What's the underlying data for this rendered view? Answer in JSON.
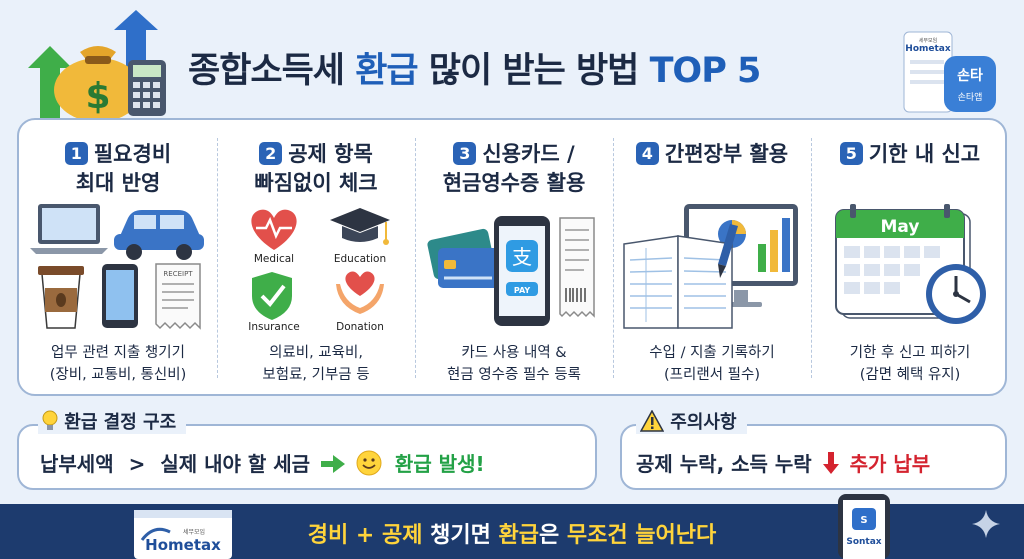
{
  "title": {
    "part1": "종합소득세",
    "part2": "환급",
    "part3": "많이 받는 방법",
    "part4": "TOP 5"
  },
  "apps": {
    "hometax_small": "세무모임",
    "hometax": "Hometax",
    "sontax_icon": "손타",
    "sontax_label": "손타앱"
  },
  "steps": [
    {
      "num": "1",
      "title1": "필요경비",
      "title2": "최대 반영",
      "cap1": "업무 관련 지출 챙기기",
      "cap2": "(장비, 교통비, 통신비)",
      "receipt": "RECEIPT"
    },
    {
      "num": "2",
      "title1": "공제 항목",
      "title2": "빠짐없이 체크",
      "labels": [
        "Medical",
        "Education",
        "Insurance",
        "Donation"
      ],
      "cap1": "의료비, 교육비,",
      "cap2": "보험료, 기부금 등"
    },
    {
      "num": "3",
      "title1": "신용카드 /",
      "title2": "현금영수증 활용",
      "pay": "PAY",
      "cap1": "카드 사용 내역 &",
      "cap2": "현금 영수증 필수 등록"
    },
    {
      "num": "4",
      "title1": "간편장부 활용",
      "title2": "",
      "cap1": "수입 / 지출 기록하기",
      "cap2": "(프리랜서 필수)"
    },
    {
      "num": "5",
      "title1": "기한 내 신고",
      "title2": "",
      "month": "May",
      "cap1": "기한 후 신고 피하기",
      "cap2": "(감면 혜택 유지)"
    }
  ],
  "structure": {
    "title": "환급 결정 구조",
    "left": "납부세액",
    "gt": ">",
    "mid": "실제 내야 할 세금",
    "result": "환급 발생!"
  },
  "caution": {
    "title": "주의사항",
    "text": "공제 누락, 소득 누락",
    "result": "추가 납부"
  },
  "footer": {
    "p1": "경비 + 공제",
    "p2": "챙기면",
    "p3": "환급",
    "p4": "은",
    "p5": "무조건 늘어난다",
    "hometax_small": "세무모임",
    "hometax": "Hometax",
    "sontax": "Sontax"
  },
  "colors": {
    "navy": "#1d3b6e",
    "blue": "#2a63b6",
    "accent_yellow": "#ffd43b",
    "green": "#23a146",
    "red": "#d4232f"
  }
}
